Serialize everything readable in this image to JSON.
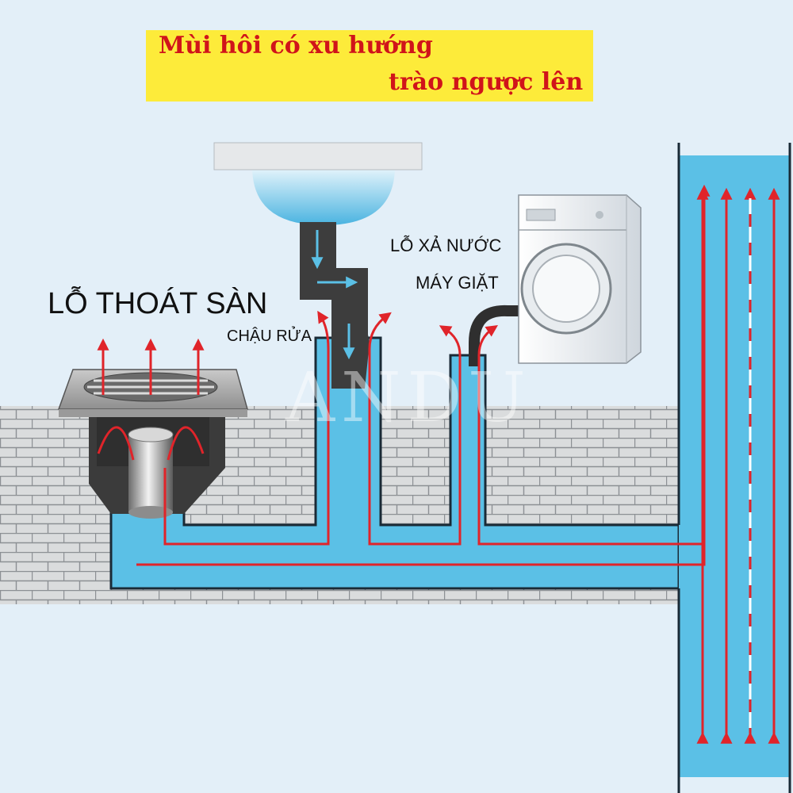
{
  "banner": {
    "line1": "Mùi hôi có xu hướng",
    "line2": "trào ngược lên",
    "background": "#fdeb3a",
    "text_color": "#d0141a"
  },
  "labels": {
    "floor_drain": "LỖ THOÁT SÀN",
    "sink": "CHẬU RỬA",
    "washer_line1": "LỖ XẢ NƯỚC",
    "washer_line2": "MÁY GIẶT"
  },
  "watermark": "ANDU",
  "colors": {
    "water": "#5bc0e6",
    "arrow": "#e0242a",
    "pipe_dark": "#3d3d3d",
    "brick": "#d7dadb"
  }
}
